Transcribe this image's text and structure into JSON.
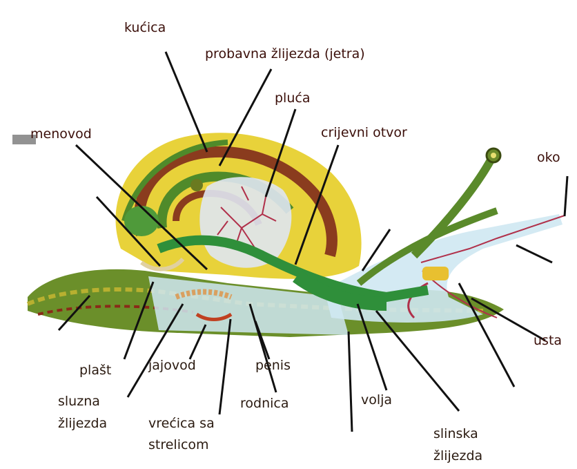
{
  "labels": {
    "kucica": "kućica",
    "probavna": "probavna žlijezda (jetra)",
    "pluca": "pluća",
    "semenovod": "menovod",
    "crijevni": "crijevni otvor",
    "oko": "oko",
    "usta": "usta",
    "plast": "plašt",
    "sluzna_1": "sluzna",
    "sluzna_2": "žlijezda",
    "jajovod": "jajovod",
    "penis": "penis",
    "rodnica": "rodnica",
    "vrecica_1": "vrećica sa",
    "vrecica_2": "strelicom",
    "volja": "volja",
    "slinska_1": "slinska",
    "slinska_2": "žlijezda"
  },
  "colors": {
    "shell_yellow": "#e8d23a",
    "shell_brown": "#8a3c1e",
    "body_green": "#4f8a2a",
    "gut_green": "#2f8f3a",
    "organ_blue": "#cfe8f2",
    "vein_red": "#b0304a",
    "line": "#111111"
  }
}
